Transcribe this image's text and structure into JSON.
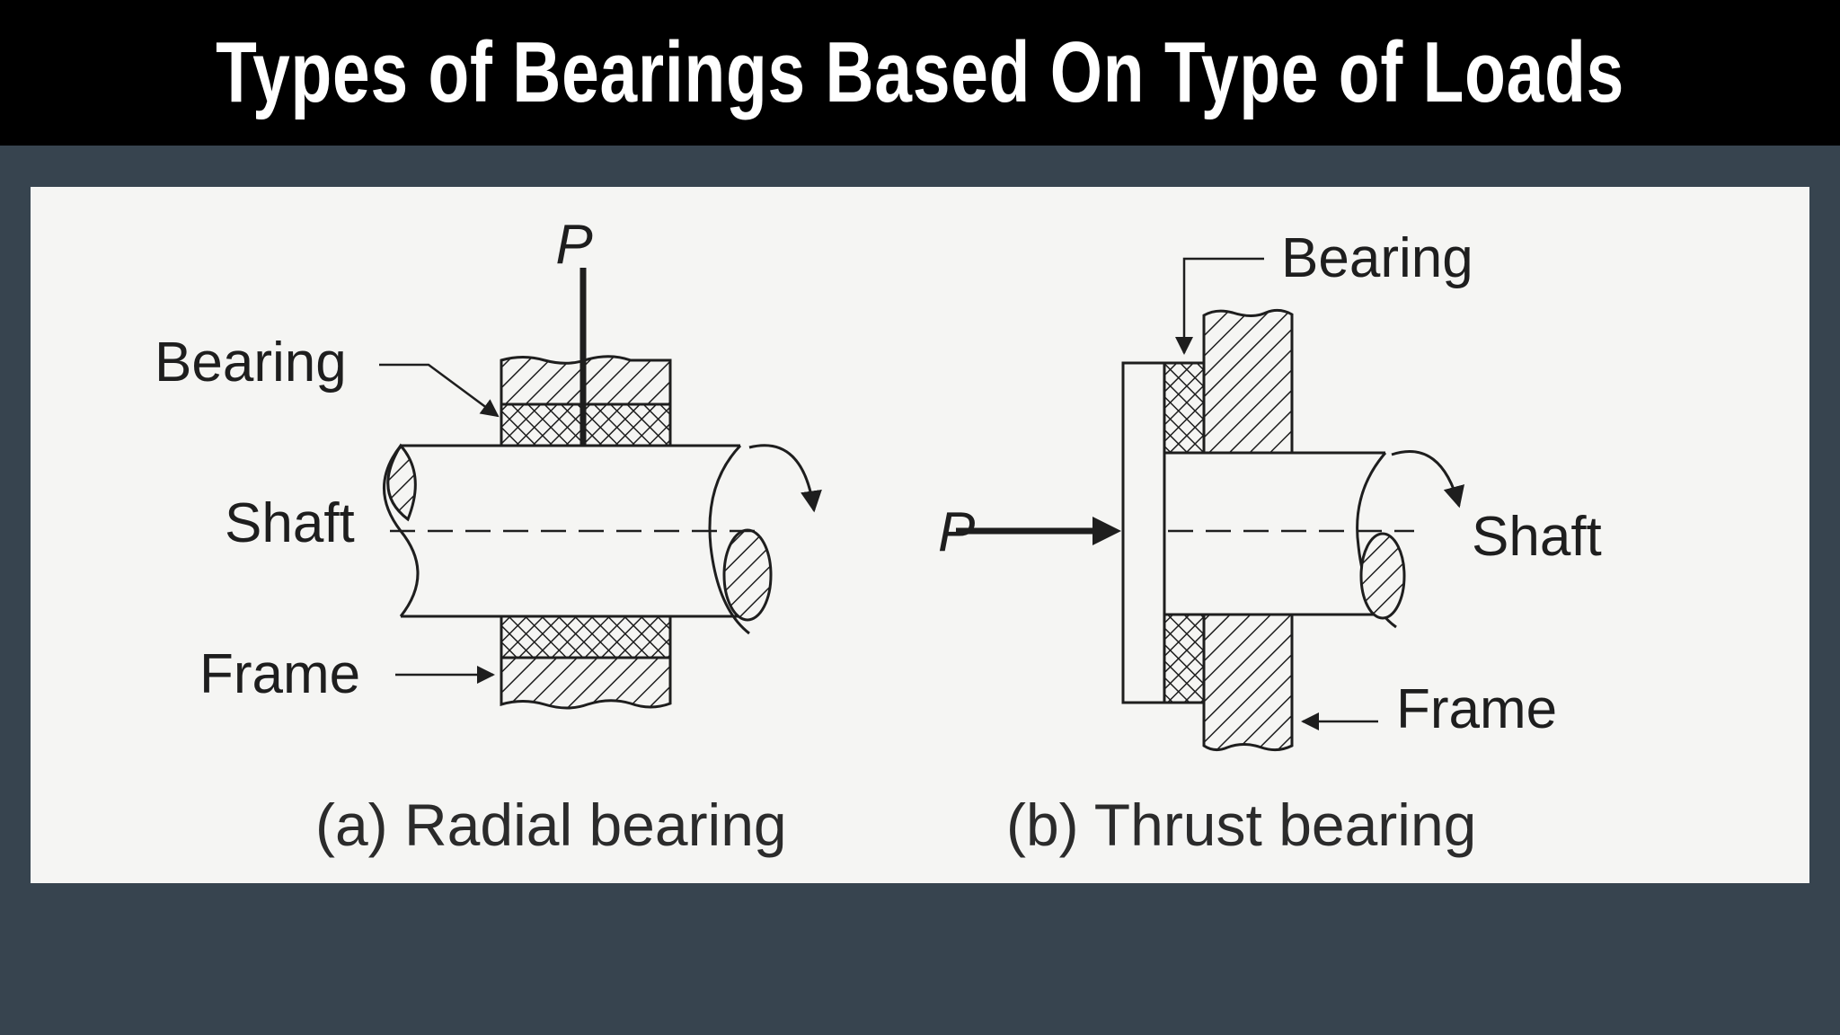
{
  "page_title": "Types of Bearings Based On Type of Loads",
  "radial": {
    "load_label": "P",
    "bearing_label": "Bearing",
    "shaft_label": "Shaft",
    "frame_label": "Frame",
    "caption": "(a) Radial bearing"
  },
  "thrust": {
    "load_label": "P",
    "bearing_label": "Bearing",
    "shaft_label": "Shaft",
    "frame_label": "Frame",
    "caption": "(b) Thrust bearing"
  },
  "colors": {
    "header_bg": "#000000",
    "header_text": "#ffffff",
    "page_bg": "#37444f",
    "panel_bg": "#f5f5f3",
    "ink": "#1e1e1e"
  }
}
